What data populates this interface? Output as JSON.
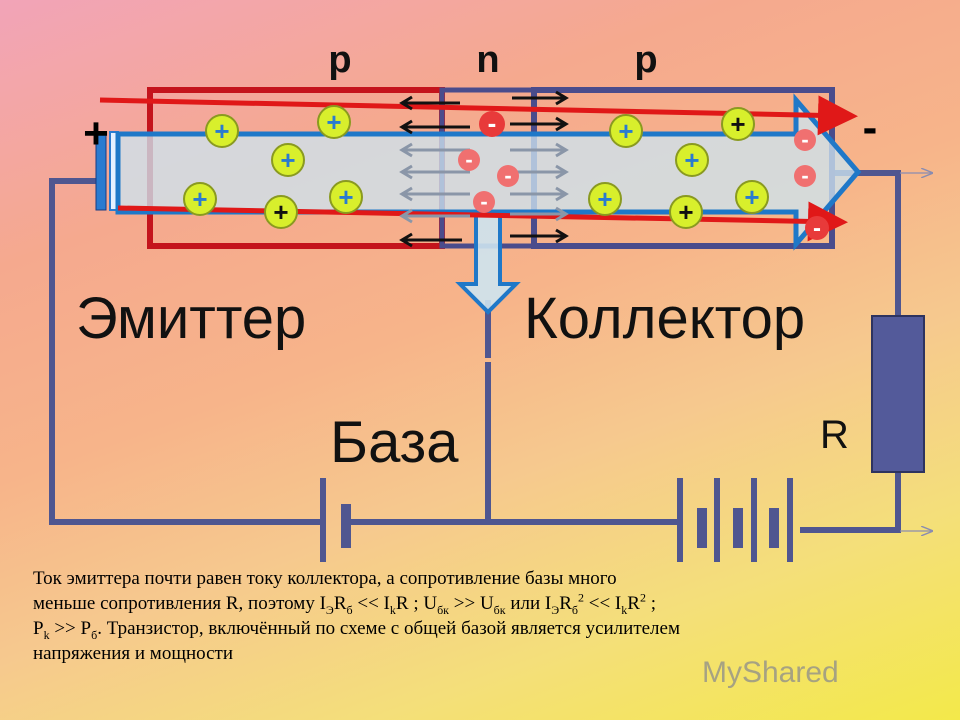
{
  "regions": {
    "left": "p",
    "middle": "n",
    "right": "p"
  },
  "terminals": {
    "positive": "+",
    "negative": "-"
  },
  "labels": {
    "emitter": "Эмиттер",
    "collector": "Коллектор",
    "base": "База",
    "resistor": "R"
  },
  "charges": {
    "hole": "+",
    "electron": "-"
  },
  "caption": {
    "line1": "Ток эмиттера почти равен току коллектора, а сопротивление  базы много",
    "line2_a": "меньше сопротивления R,  поэтому  I",
    "sub_e": "Э",
    "R": "R",
    "sub_b": "б",
    "lt": " << I",
    "sub_k": "k",
    "line2_b": "R ; U",
    "sub_bk": "бк",
    "line2_c": " >> U",
    "line2_d": " или I",
    "sup_2": "2",
    "lt2": " << I",
    "line2_e": " ;",
    "P": "P",
    "line3_a": " >> P",
    "line3_b": ". Транзистор, включённый по схеме с общей базой является усилителем",
    "line4": "напряжения и мощности"
  },
  "watermark": "MyShared",
  "colors": {
    "p_region_border": "#c4141c",
    "n_region_border": "#4a4c8c",
    "wire": "#4f5690",
    "hole_fill": "#d8ef2c",
    "electron_fill": "#f05050",
    "flow_arrow": "#1f78c8",
    "current_line": "#e01818"
  }
}
